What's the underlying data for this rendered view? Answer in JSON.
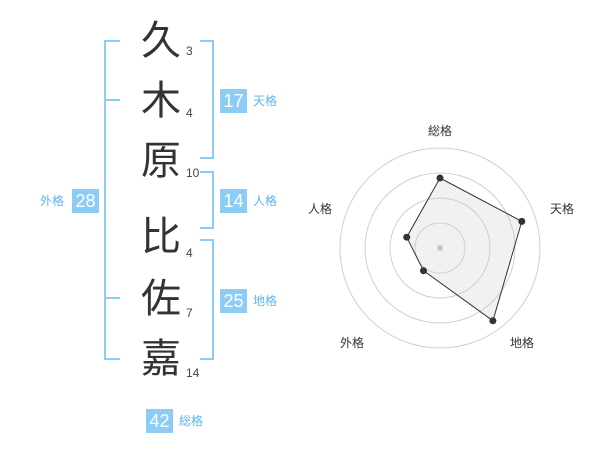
{
  "name": {
    "characters": [
      {
        "char": "久",
        "strokes": "3"
      },
      {
        "char": "木",
        "strokes": "4"
      },
      {
        "char": "原",
        "strokes": "10"
      },
      {
        "char": "比",
        "strokes": "4"
      },
      {
        "char": "佐",
        "strokes": "7"
      },
      {
        "char": "嘉",
        "strokes": "14"
      }
    ]
  },
  "scores": {
    "tenkaku": {
      "value": "17",
      "label": "天格"
    },
    "jinkaku": {
      "value": "14",
      "label": "人格"
    },
    "chikaku": {
      "value": "25",
      "label": "地格"
    },
    "gaikaku": {
      "value": "28",
      "label": "外格"
    },
    "soukaku": {
      "value": "42",
      "label": "総格"
    }
  },
  "colors": {
    "accent": "#8ccdf5",
    "accent_text": "#5eb4e8",
    "bracket": "#8ccdf5"
  },
  "chart_data": {
    "type": "radar",
    "axes": [
      "総格",
      "天格",
      "地格",
      "外格",
      "人格"
    ],
    "values": [
      0.7,
      0.86,
      0.9,
      0.28,
      0.35
    ],
    "value_scale": "fraction of outer ring",
    "rings": 4,
    "grid": true
  }
}
